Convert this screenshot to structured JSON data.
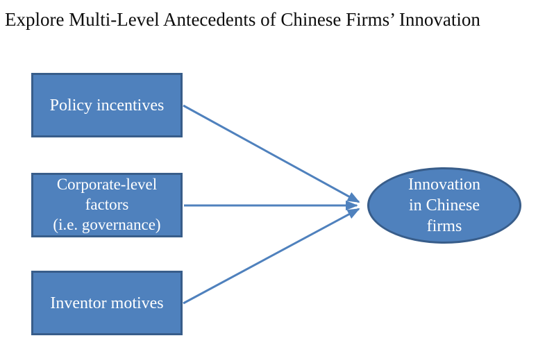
{
  "title": "Explore Multi-Level Antecedents of Chinese Firms’ Innovation",
  "diagram": {
    "boxes": [
      {
        "name": "policy-incentives",
        "lines": [
          "Policy incentives"
        ]
      },
      {
        "name": "corporate-level-factors",
        "lines": [
          "Corporate-level",
          "factors",
          "(i.e. governance)"
        ]
      },
      {
        "name": "inventor-motives",
        "lines": [
          "Inventor motives"
        ]
      }
    ],
    "ellipse": {
      "name": "innovation-in-chinese-firms",
      "lines": [
        "Innovation",
        "in Chinese",
        "firms"
      ]
    },
    "arrows": [
      {
        "from": "policy-incentives",
        "to": "innovation-in-chinese-firms"
      },
      {
        "from": "corporate-level-factors",
        "to": "innovation-in-chinese-firms"
      },
      {
        "from": "inventor-motives",
        "to": "innovation-in-chinese-firms"
      }
    ],
    "colors": {
      "shape_fill": "#4f81bd",
      "shape_border": "#385d8a",
      "arrow": "#4f81bd",
      "shape_text": "#ffffff",
      "title_text": "#0d0d0d",
      "background": "#ffffff"
    }
  }
}
